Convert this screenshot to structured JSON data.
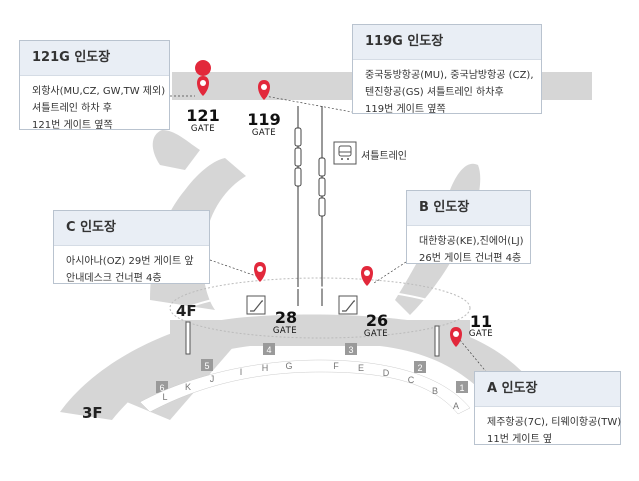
{
  "cards": {
    "g121": {
      "title": "121G 인도장",
      "lines": [
        "외항사(MU,CZ, GW,TW 제외)",
        "셔틀트레인 하차 후",
        "121번 게이트 옆쪽"
      ]
    },
    "g119": {
      "title": "119G 인도장",
      "lines": [
        "중국동방항공(MU), 중국남방항공 (CZ),",
        "텐진항공(GS) 셔틀트레인 하차후",
        "119번 게이트 옆쪽"
      ]
    },
    "c": {
      "title": "C 인도장",
      "lines": [
        "아시아나(OZ) 29번 게이트 앞",
        "안내데스크 건너편 4층"
      ]
    },
    "b": {
      "title": "B 인도장",
      "lines": [
        "대한항공(KE),진에어(LJ)",
        "26번 게이트 건너편 4층"
      ]
    },
    "a": {
      "title": "A 인도장",
      "lines": [
        "제주항공(7C), 티웨이항공(TW)",
        "11번 게이트 옆"
      ]
    }
  },
  "gates": {
    "g121": {
      "num": "121",
      "label": "GATE"
    },
    "g119": {
      "num": "119",
      "label": "GATE"
    },
    "g28": {
      "num": "28",
      "label": "GATE"
    },
    "g26": {
      "num": "26",
      "label": "GATE"
    },
    "g11": {
      "num": "11",
      "label": "GATE"
    }
  },
  "floors": {
    "upper": "4F",
    "lower": "3F"
  },
  "shuttle": {
    "label": "셔틀트레인",
    "icon": "train-icon"
  },
  "zones_numbers": [
    "1",
    "2",
    "3",
    "4",
    "5",
    "6"
  ],
  "zones_letters": [
    "A",
    "B",
    "C",
    "D",
    "E",
    "F",
    "G",
    "H",
    "I",
    "J",
    "K",
    "L"
  ],
  "colors": {
    "pin": "#e2283b",
    "terminal": "#d6d6d6",
    "card_head": "#e9eef5",
    "zone_box": "#9a9a9a"
  }
}
